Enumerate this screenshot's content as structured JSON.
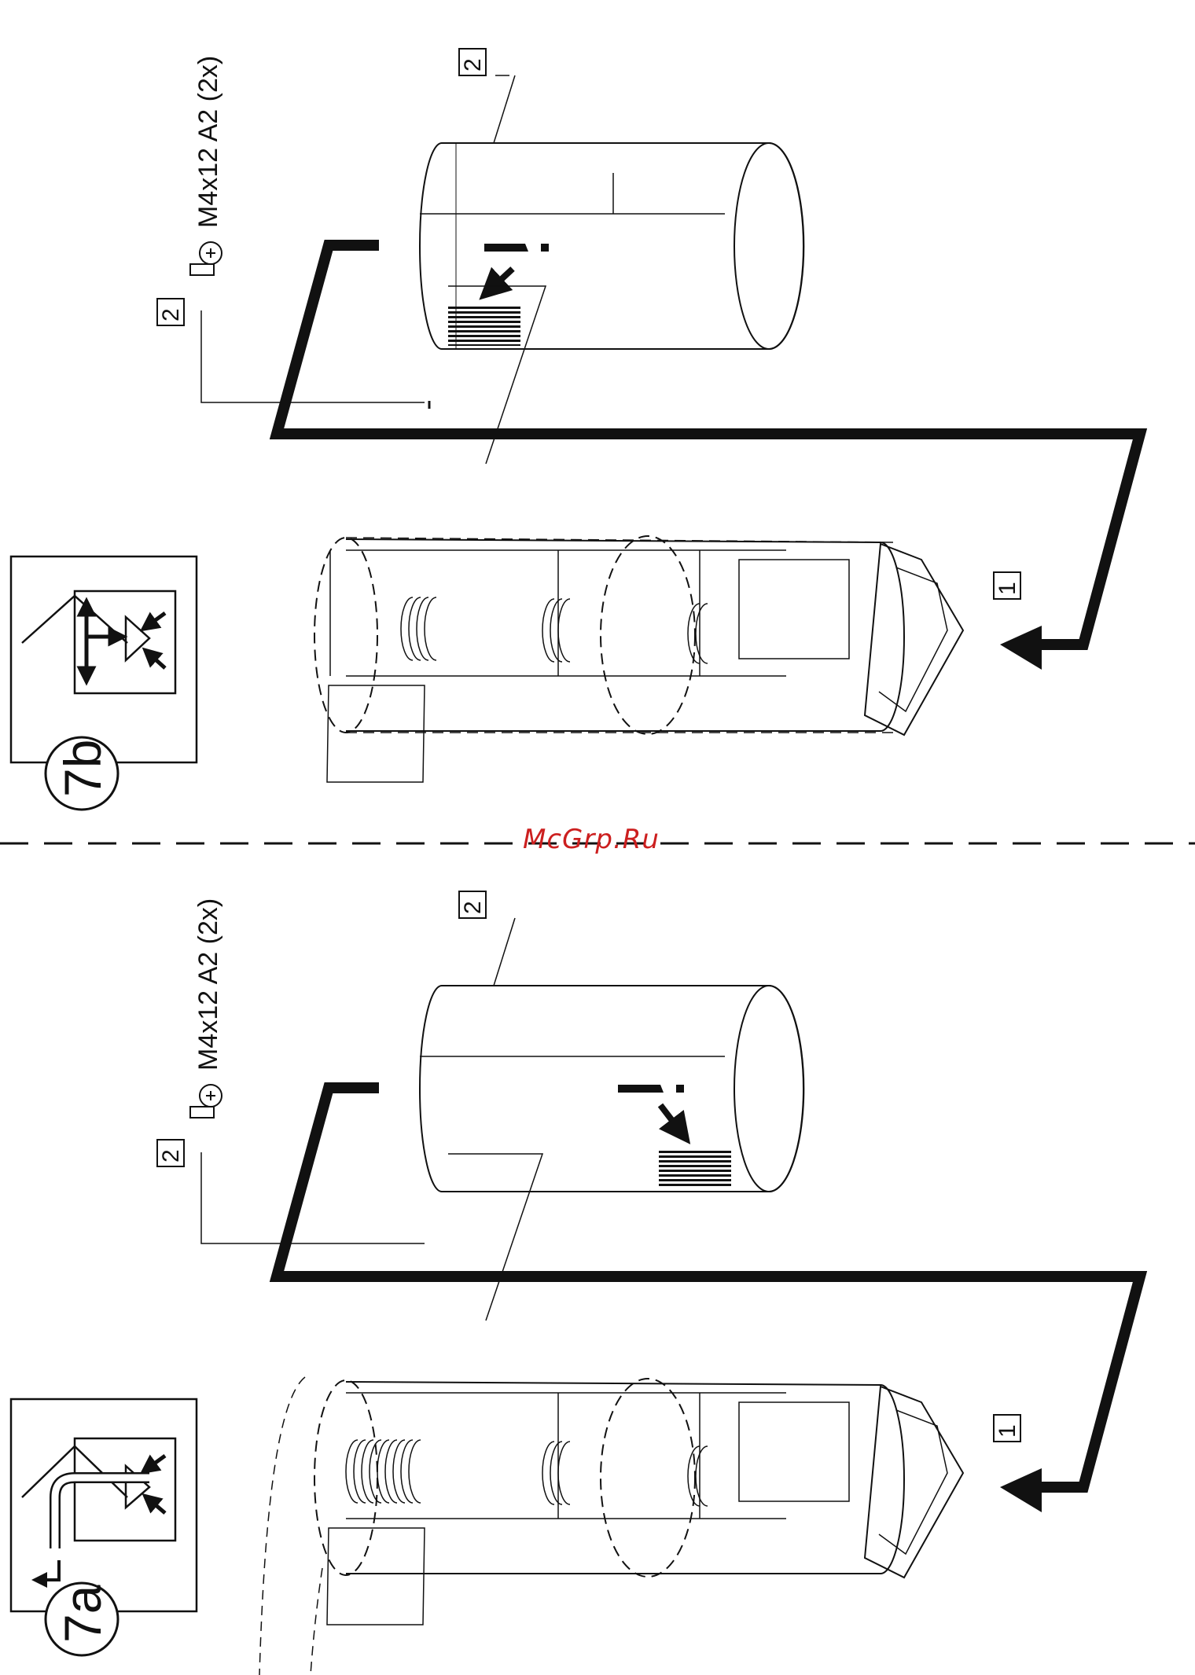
{
  "watermark": {
    "text": "McGrp.Ru",
    "color": "#cc1f1f"
  },
  "colors": {
    "line": "#111111",
    "background": "#ffffff"
  },
  "panels": [
    {
      "step_label": "7b",
      "screw_spec": "M4x12 A2 (2x)",
      "callouts": [
        "2",
        "2",
        "1"
      ],
      "mode_icon": "extract-mode-icon"
    },
    {
      "step_label": "7a",
      "screw_spec": "M4x12 A2 (2x)",
      "callouts": [
        "2",
        "2",
        "1"
      ],
      "mode_icon": "recirculation-mode-icon"
    }
  ]
}
